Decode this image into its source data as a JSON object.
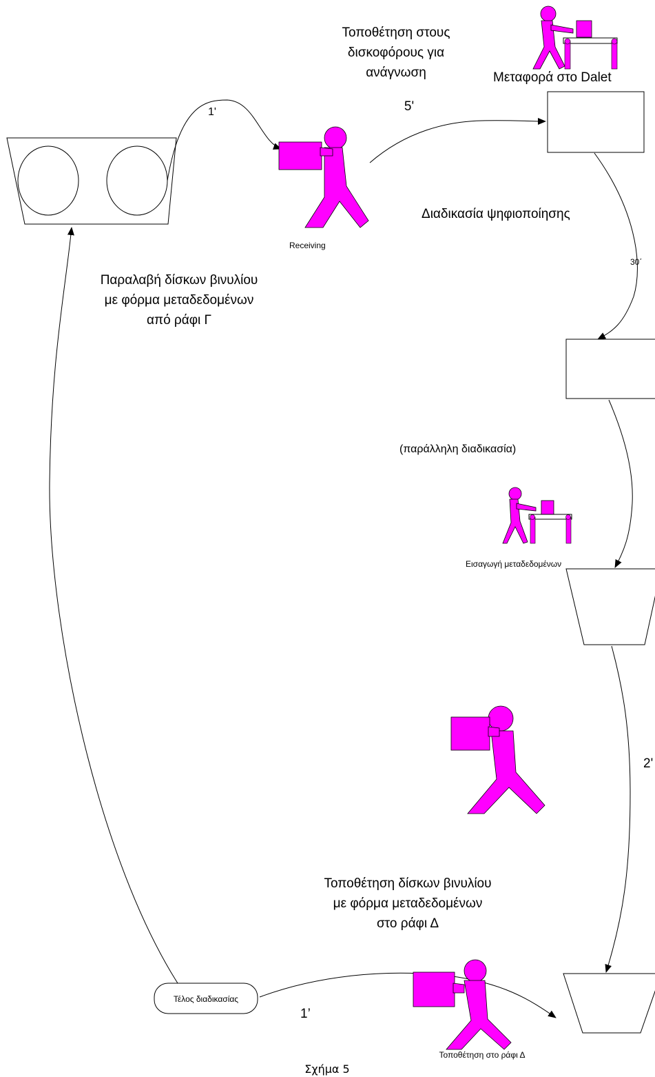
{
  "labels": {
    "placement_discs": [
      "Τοποθέτηση στους",
      "δισκοφόρους για",
      "ανάγνωση"
    ],
    "transfer_dalet": "Μεταφορά στο  Dalet",
    "digitization": "Διαδικασία ψηφιοποίησης",
    "receiving": "Receiving",
    "receive_discs": [
      "Παραλαβή δίσκων βινυλίου",
      "με φόρμα μεταδεδομένων",
      "από ράφι Γ"
    ],
    "parallel": "(παράλληλη διαδικασία)",
    "metadata_entry": "Εισαγωγή μεταδεδομένων",
    "place_discs_d": [
      "Τοποθέτηση δίσκων βινυλίου",
      "με φόρμα μεταδεδομένων",
      "στο ράφι Δ"
    ],
    "end_process": "Τέλος διαδικασίας",
    "place_shelf_d": "Τοποθέτηση στο ράφι Δ",
    "caption": "Σχήμα 5"
  },
  "times": {
    "t_receive": "1'",
    "t_placement": "5'",
    "t_digitize": "30΄",
    "t_metadata": "2'",
    "t_end": "1’"
  },
  "colors": {
    "figure": "#ff00ff",
    "line": "#000000"
  }
}
